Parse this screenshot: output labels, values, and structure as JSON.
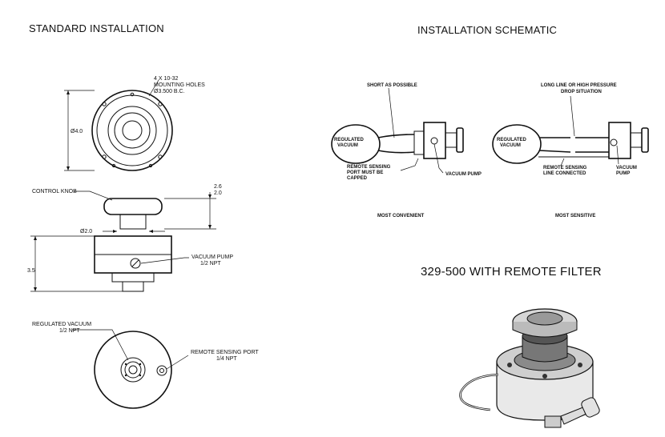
{
  "headings": {
    "standard_installation": "STANDARD INSTALLATION",
    "installation_schematic": "INSTALLATION SCHEMATIC",
    "remote_filter": "329-500 WITH REMOTE FILTER"
  },
  "top_view": {
    "mounting_holes_line1": "4 X 10-32",
    "mounting_holes_line2": "MOUNTING HOLES",
    "mounting_holes_line3": "Ø3.500 B.C.",
    "diameter": "Ø4.0"
  },
  "side_view": {
    "control_knob": "CONTROL KNOB",
    "dim_top_1": "2.6",
    "dim_top_2": "2.0",
    "diameter": "Ø2.0",
    "height": "3.5",
    "vacuum_pump_line1": "VACUUM PUMP",
    "vacuum_pump_line2": "1/2 NPT"
  },
  "bottom_view": {
    "regulated_vacuum_line1": "REGULATED VACUUM",
    "regulated_vacuum_line2": "1/2 NPT",
    "remote_port_line1": "REMOTE SENSING PORT",
    "remote_port_line2": "1/4 NPT"
  },
  "schematic_left": {
    "short_label": "SHORT  AS  POSSIBLE",
    "vessel_line1": "REGULATED",
    "vessel_line2": "VACUUM",
    "port_line1": "REMOTE SENSING",
    "port_line2": "PORT MUST BE",
    "port_line3": "CAPPED",
    "pump": "VACUUM PUMP",
    "caption": "MOST CONVENIENT"
  },
  "schematic_right": {
    "long_line1": "LONG LINE OR HIGH PRESSURE",
    "long_line2": "DROP SITUATION",
    "vessel_line1": "REGULATED",
    "vessel_line2": "VACUUM",
    "sensing_line1": "REMOTE SENSING",
    "sensing_line2": "LINE CONNECTED",
    "pump_line1": "VACUUM",
    "pump_line2": "PUMP",
    "caption": "MOST SENSITIVE"
  }
}
